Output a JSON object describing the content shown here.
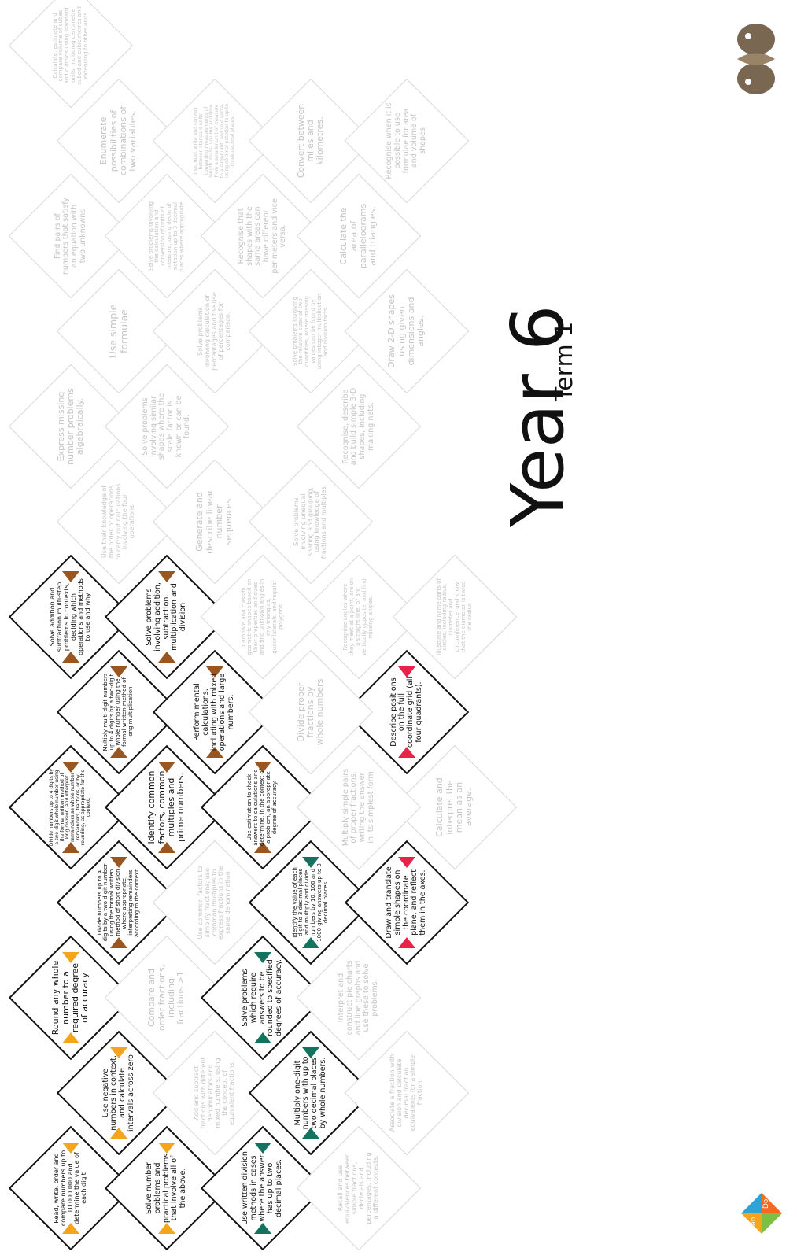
{
  "title": "Year 6",
  "subtitle": "Term 1",
  "logo": {
    "can": "Can",
    "do": "Do"
  },
  "colors": {
    "place_value": "#f5a51c",
    "four_ops": "#9b561f",
    "decimals": "#13735f",
    "geometry": "#e8234a"
  },
  "tiles": [
    {
      "text": "Read, write, order and compare numbers up to 10 000 000 and determine the value of each digit",
      "state": "active",
      "color": "place_value"
    },
    {
      "text": "Solve number problems and practical problems that involve all of the above.",
      "state": "active",
      "color": "place_value"
    },
    {
      "text": "Use written division methods in cases where the answer has up to two decimal places.",
      "state": "active",
      "color": "decimals"
    },
    {
      "text": "Recall and use equivalences between simple fractions, decimals and percentages, including in different contexts.",
      "state": "faded"
    },
    {
      "text": "Use negative numbers in context, and calculate intervals across zero",
      "state": "active",
      "color": "place_value"
    },
    {
      "text": "Add and subtract fractions with different denominators and mixed numbers, using the concept of equivalent fractions.",
      "state": "faded"
    },
    {
      "text": "Multiply one-digit numbers with up to two decimal places by whole numbers.",
      "state": "active",
      "color": "decimals"
    },
    {
      "text": "Associate a fraction with division and calculate decimal fraction equivalents for a simple fraction",
      "state": "faded"
    },
    {
      "text": "Round any whole number to a required degree of accuracy",
      "state": "active",
      "color": "place_value"
    },
    {
      "text": "Compare and order fractions, including fractions >1",
      "state": "faded"
    },
    {
      "text": "Solve problems which require answers to be rounded to specified degrees of accuracy.",
      "state": "active",
      "color": "decimals"
    },
    {
      "text": "Interpret and construct pie charts and line graphs and use these to solve problems.",
      "state": "faded"
    },
    {
      "text": "Divide numbers up to 4 digits by a two digit number using the formal written method of short division where appropriate, interpreting remainders according to the context.",
      "state": "active",
      "color": "four_ops"
    },
    {
      "text": "Use common factors to simplify fractions; use common multiples to express fractions in the same denomination",
      "state": "faded"
    },
    {
      "text": "Identify the value of each digit to 3 decimal places and multiply and divide numbers by 10, 100 and 1000 giving answers up to 3 decimal places",
      "state": "active",
      "color": "decimals"
    },
    {
      "text": "Draw and translate simple shapes on the coordinate plane, and reflect them in the axes.",
      "state": "active",
      "color": "geometry"
    },
    {
      "text": "Calculate and interpret the mean as an average.",
      "state": "faded"
    },
    {
      "text": "Divide numbers up to 4 digits by a two-digit whole number using the formal written method of long division, and interpret remainders as whole number remainders, fractions, or by rounding, as appropriate for the context.",
      "state": "active",
      "color": "four_ops"
    },
    {
      "text": "Identify common factors, common multiples and prime numbers.",
      "state": "active",
      "color": "four_ops"
    },
    {
      "text": "Use estimation to check answers to calculations and determine, in the context of a problem, an appropriate degree of accuracy.",
      "state": "active",
      "color": "four_ops"
    },
    {
      "text": "Multiply simple pairs of proper fractions, writing the answer in its simplest form",
      "state": "faded"
    },
    {
      "text": "Describe positions on the full coordinate grid (all four quadrants).",
      "state": "active",
      "color": "geometry"
    },
    {
      "text": "Multiply multi-digit numbers up to 4 digits by a two-digit whole number using the formal written method of long multiplication",
      "state": "active",
      "color": "four_ops"
    },
    {
      "text": "Perform mental calculations, including with mixed operations and large numbers.",
      "state": "active",
      "color": "four_ops"
    },
    {
      "text": "Divide proper fractions by whole numbers",
      "state": "faded"
    },
    {
      "text": "Recognise angles where they meet at a point, are on a straight line, or are vertically opposite, and find missing angles.",
      "state": "faded"
    },
    {
      "text": "Illustrate and name parts of circles, including radius, diameter and circumference, and know that the diameter is twice the radius",
      "state": "faded"
    },
    {
      "text": "Solve addition and subtraction multi-step problems in contexts, deciding which operations and methods to use and why",
      "state": "active",
      "color": "four_ops"
    },
    {
      "text": "Solve problems involving addition, subtraction, multiplication and division",
      "state": "active",
      "color": "four_ops"
    },
    {
      "text": "Compare and classify geometric shapes based on their properties and sizes and find unknown angles in any triangles, quadrilaterals, and regular polygons",
      "state": "faded"
    },
    {
      "text": "Use their knowledge of the order of operations to carry out calculations involving the four operations",
      "state": "faded"
    },
    {
      "text": "Generate and describe linear number sequences",
      "state": "faded"
    },
    {
      "text": "Solve problems involving unequal sharing and grouping, using knowledge of fractions and multiples.",
      "state": "faded"
    },
    {
      "text": "Express missing number problems algebraically.",
      "state": "faded"
    },
    {
      "text": "Solve problems involving similar shapes where the scale factor is known or can be found.",
      "state": "faded"
    },
    {
      "text": "Recognise, describe and build simple 3-D shapes, including making nets.",
      "state": "faded"
    },
    {
      "text": "Use simple formulae",
      "state": "faded"
    },
    {
      "text": "Solve problems involving calculation of percentages and the use of percentages for comparison.",
      "state": "faded"
    },
    {
      "text": "Solve problems involving the relative sizes of two quantities, where missing values can be found by using integer multiplication and division facts.",
      "state": "faded"
    },
    {
      "text": "Draw 2-D shapes using given dimensions and angles.",
      "state": "faded"
    },
    {
      "text": "Find pairs of numbers that satisfy an equation with two unknowns",
      "state": "faded"
    },
    {
      "text": "Solve problems involving the calculation and conversion of units of measure, using decimal notation up to 3 decimal places where appropriate.",
      "state": "faded"
    },
    {
      "text": "Recognise that shapes with the same areas can have different perimeters and vice versa.",
      "state": "faded"
    },
    {
      "text": "Calculate the area of parallelograms and triangles.",
      "state": "faded"
    },
    {
      "text": "Enumerate possibilities of combinations of two variables.",
      "state": "faded"
    },
    {
      "text": "Use, read, write and convert between standard units, converting measurements of length, mass, volume and time from a smaller unit of measure to a larger unit, and vice versa, using decimal notation to up to three decimal places.",
      "state": "faded"
    },
    {
      "text": "Convert between miles and kilometres.",
      "state": "faded"
    },
    {
      "text": "Recognise when it is possible to use formulae for area and volume of shapes",
      "state": "faded"
    },
    {
      "text": "Calculate, estimate and compare volume of cubes and cuboids using standard units, including centimetre cubed and cubic metres and extending to other units",
      "state": "faded"
    }
  ]
}
